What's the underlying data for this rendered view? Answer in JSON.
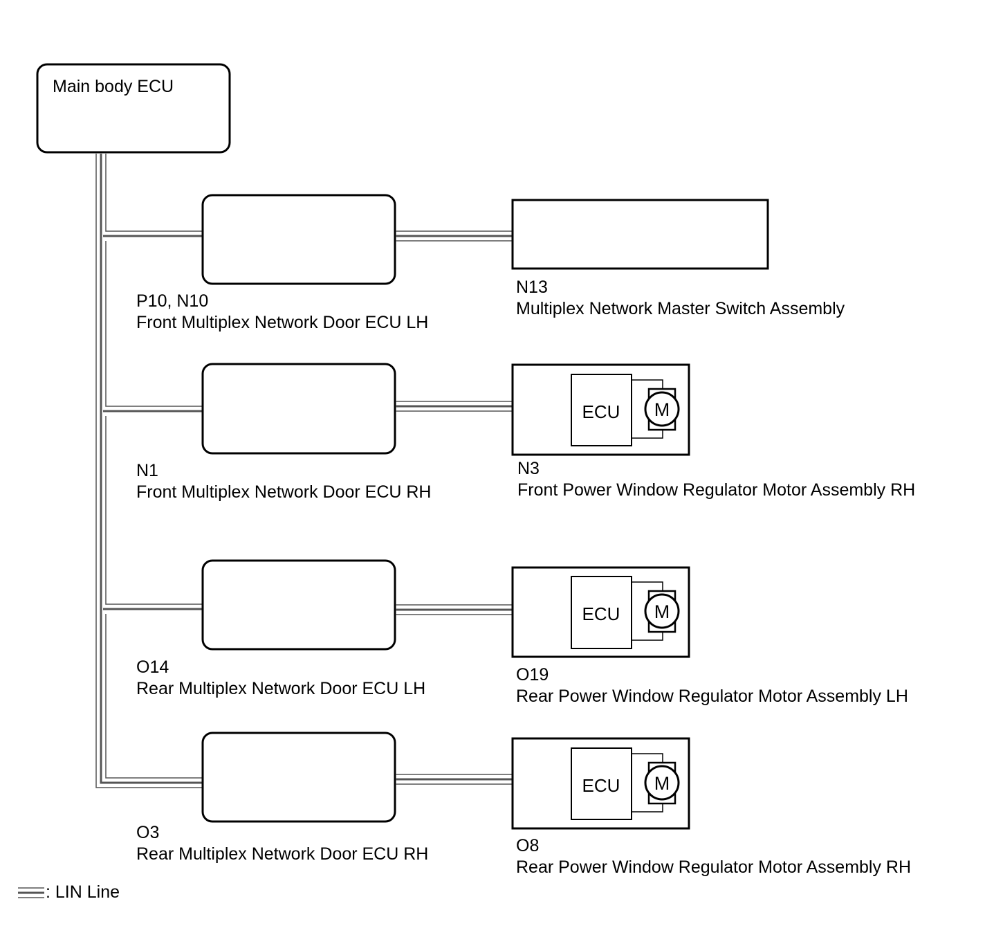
{
  "main_ecu": {
    "label": "Main body ECU"
  },
  "doors": [
    {
      "code": "P10, N10",
      "name": "Front Multiplex Network Door ECU LH"
    },
    {
      "code": "N1",
      "name": "Front Multiplex Network Door ECU RH"
    },
    {
      "code": "O14",
      "name": "Rear Multiplex Network Door ECU LH"
    },
    {
      "code": "O3",
      "name": "Rear Multiplex Network Door ECU RH"
    }
  ],
  "devices": [
    {
      "code": "N13",
      "name": "Multiplex Network Master Switch Assembly",
      "kind": "switch"
    },
    {
      "code": "N3",
      "name": "Front Power Window Regulator Motor Assembly RH",
      "kind": "motor",
      "ecu_text": "ECU",
      "motor_text": "M"
    },
    {
      "code": "O19",
      "name": "Rear Power Window Regulator Motor Assembly LH",
      "kind": "motor",
      "ecu_text": "ECU",
      "motor_text": "M"
    },
    {
      "code": "O8",
      "name": "Rear Power Window Regulator Motor Assembly RH",
      "kind": "motor",
      "ecu_text": "ECU",
      "motor_text": "M"
    }
  ],
  "legend": {
    "symbol": "lin-line-symbol",
    "separator": ":",
    "label": "LIN Line"
  }
}
